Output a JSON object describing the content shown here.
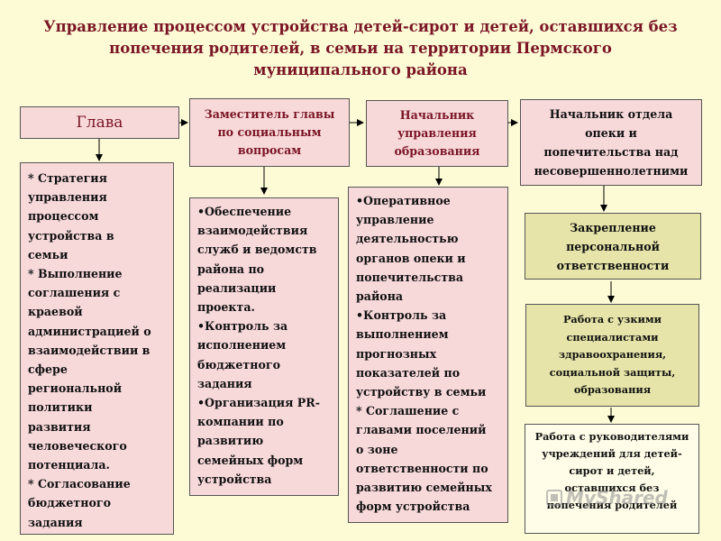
{
  "title": {
    "line1": "Управление процессом устройства детей-сирот и детей, оставшихся без",
    "line2": "попечения родителей, в семьи на территории Пермского",
    "line3": "муниципального района"
  },
  "boxes": {
    "glava": "Глава",
    "deputy": [
      "Заместитель главы",
      "по социальным",
      "вопросам"
    ],
    "edu_head": [
      "Начальник",
      "управления",
      "образования"
    ],
    "dept_head": [
      "Начальник отдела",
      "опеки и",
      "попечительства над",
      "несовершеннолетними"
    ],
    "personal": [
      "Закрепление",
      "персональной",
      "ответственности"
    ],
    "specialists": [
      "Работа с узкими",
      "специалистами",
      "здравоохранения,",
      "социальной защиты,",
      "образования"
    ],
    "managers": [
      "Работа с руководителями",
      "учреждений для детей-",
      "сирот и детей,",
      "оставшихся без",
      "попечения родителей"
    ]
  },
  "lists": {
    "glava_duties": [
      "* Стратегия",
      "управления",
      "процессом",
      "устройства в",
      "семьи",
      "* Выполнение",
      "соглашения с",
      "краевой",
      "администрацией о",
      "взаимодействии в",
      "сфере",
      "региональной",
      "политики",
      "развития",
      "человеческого",
      "потенциала.",
      "* Согласование",
      "бюджетного",
      "задания"
    ],
    "deputy_duties": [
      "•Обеспечение",
      "взаимодействия",
      "служб и ведомств",
      "района по",
      "реализации",
      "проекта.",
      "•Контроль за",
      "исполнением",
      "бюджетного",
      "задания",
      "•Организация PR-",
      "компании по",
      "развитию",
      "семейных форм",
      "устройства"
    ],
    "edu_duties": [
      "•Оперативное",
      "управление",
      "деятельностью",
      "органов опеки и",
      "попечительства",
      "района",
      "•Контроль за",
      "выполнением",
      "прогнозных",
      "показателей по",
      "устройству в семьи",
      "* Соглашение с",
      "главами поселений",
      "о зоне",
      "ответственности по",
      "развитию семейных",
      "форм устройства"
    ]
  },
  "watermark": "MyShared",
  "colors": {
    "title": "#7a1525",
    "background": "#fdfbd6",
    "pink_box": "#f8d9da",
    "olive_box": "#e6e4a8",
    "cream_box": "#fffce8",
    "border": "#555555"
  }
}
